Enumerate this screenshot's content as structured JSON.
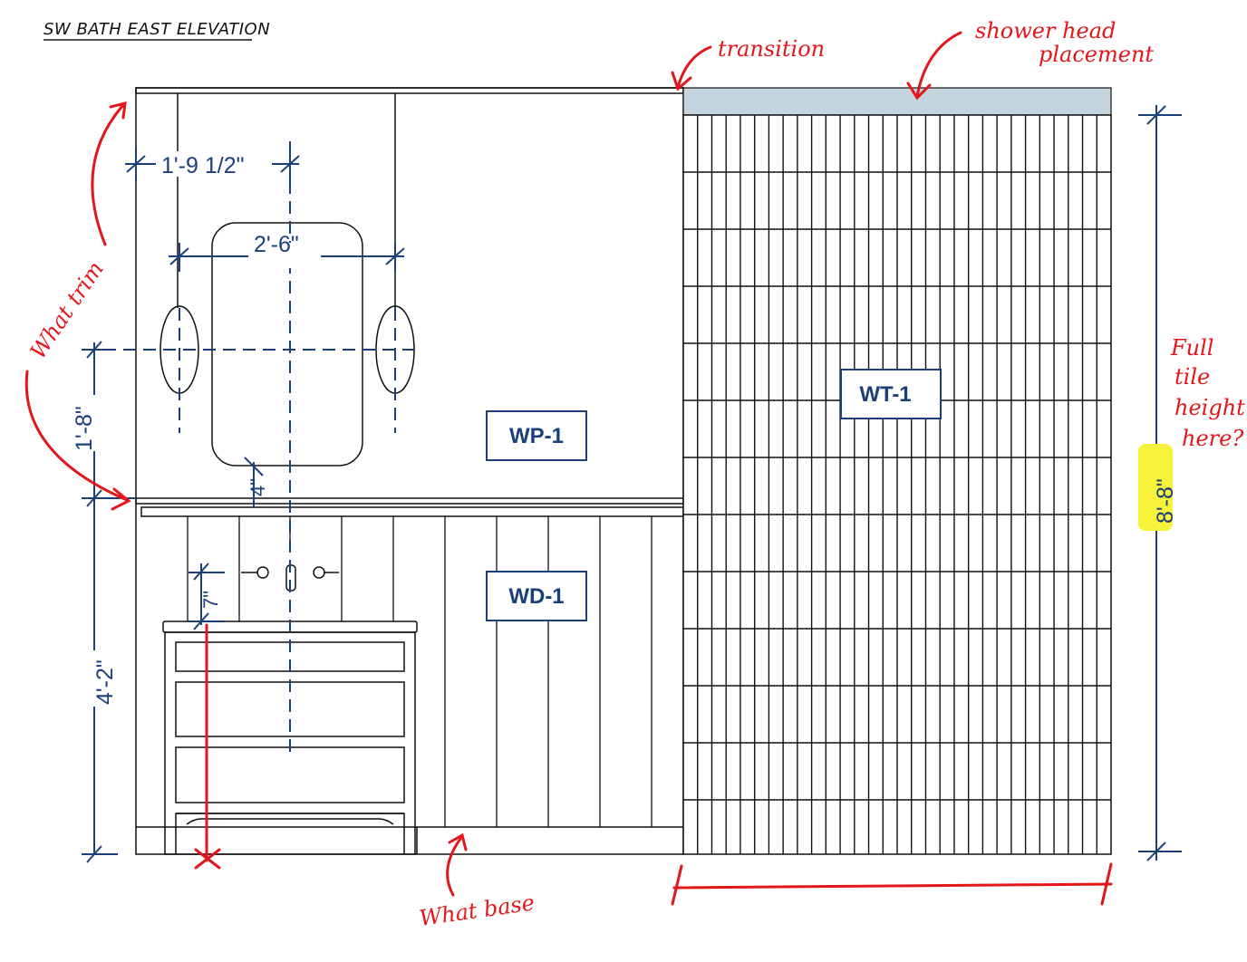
{
  "title": "SW BATH EAST ELEVATION",
  "tags": {
    "wall_paint": "WP-1",
    "wall_detail": "WD-1",
    "wall_tile": "WT-1"
  },
  "dimensions": {
    "sconce_offset": "1'-9 1/2\"",
    "sconce_spacing": "2'-6\"",
    "sconce_height": "1'-8\"",
    "mirror_gap": "4\"",
    "backsplash": "7\"",
    "wainscot_height": "4'-2\"",
    "tile_height": "8'-8\""
  },
  "annotations": {
    "transition": "transition",
    "shower_head_line1": "shower head",
    "shower_head_line2": "placement",
    "what_trim": "What trim",
    "what_base": "What base",
    "full_tile_line1": "Full",
    "full_tile_line2": "tile",
    "full_tile_line3": "height",
    "full_tile_line4": "here?"
  },
  "colors": {
    "line": "#111111",
    "dimension": "#1b3f7a",
    "markup": "#e3161c",
    "highlight": "#f7f23a",
    "shower_band": "#c5d5df"
  }
}
